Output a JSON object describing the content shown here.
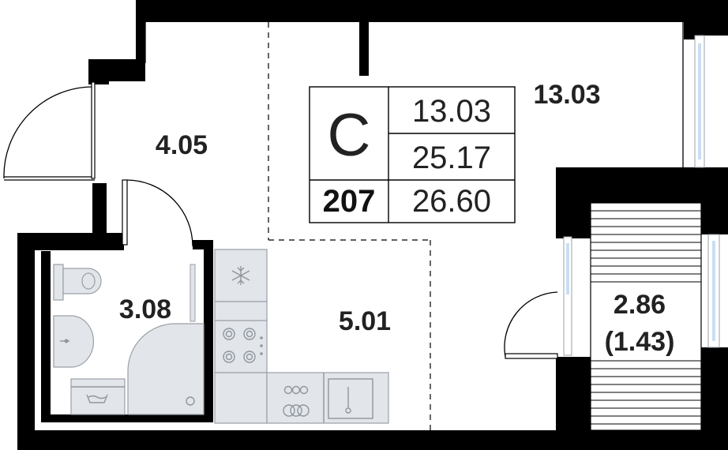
{
  "apartment": {
    "type_letter": "С",
    "number": "207",
    "living_area": "13.03",
    "total_area_no_balcony": "25.17",
    "total_area": "26.60"
  },
  "rooms": {
    "main_room": "13.03",
    "hallway": "4.05",
    "bathroom": "3.08",
    "kitchen": "5.01",
    "balcony_area": "2.86",
    "balcony_reduced": "(1.43)"
  },
  "icons": {
    "fridge": "snowflake-icon",
    "stove": "cooktop-icon",
    "toilet": "toilet-icon",
    "sink": "sink-icon",
    "washer": "washing-machine-icon",
    "shower": "shower-icon"
  },
  "colors": {
    "wall": "#000000",
    "furniture_fill": "#e2e5e9",
    "furniture_stroke": "#9aa0a8",
    "window_glass": "#c9def3"
  }
}
